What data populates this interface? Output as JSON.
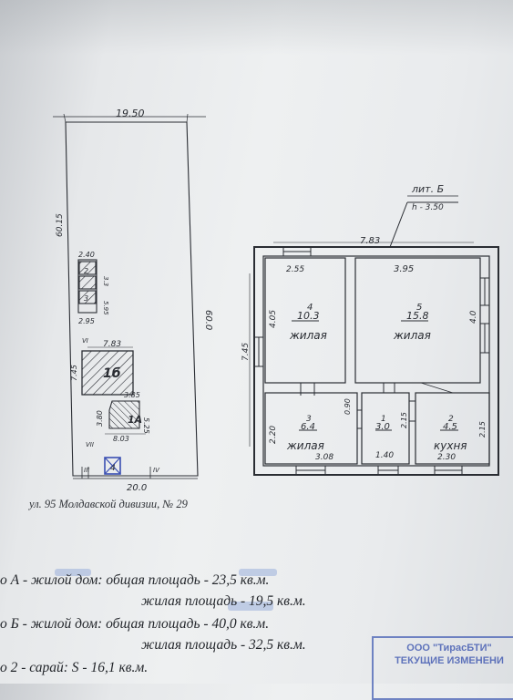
{
  "site_plan": {
    "top_width": "19.50",
    "left_length": "60.15",
    "right_length": "60.0",
    "bottom_width": "20.0",
    "shed_top": "2.40",
    "shed_side_a": "3.3",
    "shed_side_b": "5.95",
    "shed_bottom": "2.95",
    "shed_labels": [
      "2",
      "3"
    ],
    "house_b_label": "1б",
    "house_b_width": "7.83",
    "house_b_depth": "7.45",
    "house_a_label": "1А",
    "house_a_top": "3.85",
    "house_a_side": "3.80",
    "house_a_right": "5.25",
    "house_a_bottom": "8.03",
    "marks": [
      "VI",
      "VII",
      "III",
      "IV"
    ],
    "gate_label": "4"
  },
  "floor_plan": {
    "lit_label": "лит. Б",
    "height": "h - 3.50",
    "total_width": "7.83",
    "total_depth": "7.45",
    "rooms": [
      {
        "num": "4",
        "area": "10.3",
        "type": "жилая",
        "dim_top": "2.55",
        "dim_left": "4.05"
      },
      {
        "num": "5",
        "area": "15.8",
        "type": "жилая",
        "dim_top": "3.95",
        "dim_right": "4.0"
      },
      {
        "num": "3",
        "area": "6.4",
        "type": "жилая",
        "dim_left": "2.20",
        "dim_bottom": "3.08",
        "dim_right": "0.90"
      },
      {
        "num": "1",
        "area": "3.0",
        "type": "",
        "dim_bottom": "1.40",
        "dim_right": "2.15"
      },
      {
        "num": "2",
        "area": "4.5",
        "type": "кухня",
        "dim_bottom": "2.30",
        "dim_right": "2.15"
      }
    ]
  },
  "address": "ул. 95 Молдавской дивизии, № 29",
  "summary": {
    "line1": "о А - жилой дом: общая площадь - 23,5 кв.м.",
    "line2": "жилая площадь - 19,5 кв.м.",
    "line3": "о Б - жилой дом: общая площадь - 40,0 кв.м.",
    "line4": "жилая площадь - 32,5 кв.м.",
    "line5": "о 2 - сарай: S - 16,1 кв.м."
  },
  "stamp": {
    "line1": "ООО \"ТирасБТИ\"",
    "line2": "ТЕКУЩИЕ ИЗМЕНЕНИ"
  }
}
